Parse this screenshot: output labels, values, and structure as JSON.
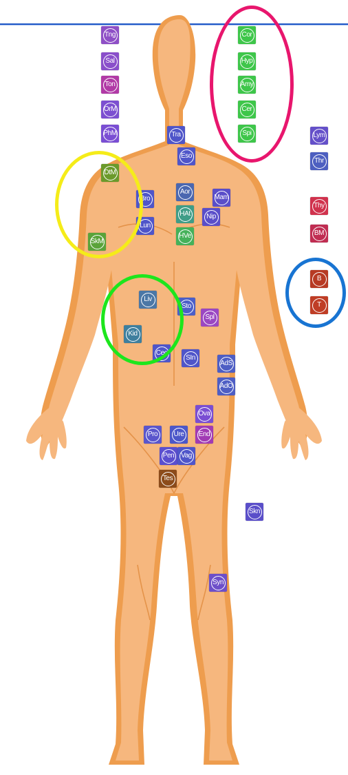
{
  "colors": {
    "purple": "#8b4fc4",
    "magenta": "#b43ea8",
    "blue_violet": "#5a4ec9",
    "indigo": "#4c57c9",
    "green": "#3ec64a",
    "olive": "#6b9a2b",
    "teal": "#2f8a9b",
    "slate": "#4d6fa8",
    "red": "#d0324d",
    "brick": "#b34027",
    "brown": "#8c4b1a",
    "skin": "#f6b77e",
    "skin_shadow": "#ee9d4e",
    "annotation_pink": "#e8166d",
    "annotation_yellow": "#f5ec19",
    "annotation_green": "#1de61d",
    "annotation_blue": "#1874d2"
  },
  "tissues": [
    {
      "label": "Tng",
      "color": "#8e4fc6"
    },
    {
      "label": "Sal",
      "color": "#8a4fca"
    },
    {
      "label": "Ton",
      "color": "#b13aa6"
    },
    {
      "label": "OrM",
      "color": "#7c4fd0"
    },
    {
      "label": "PhM",
      "color": "#7a4ed3"
    },
    {
      "label": "DtM",
      "color": "#6b9a2b"
    },
    {
      "label": "SkM",
      "color": "#5aa33a"
    },
    {
      "label": "Cor",
      "color": "#3ec64a"
    },
    {
      "label": "Hyp",
      "color": "#3ec64a"
    },
    {
      "label": "Amy",
      "color": "#3ec64a"
    },
    {
      "label": "Cer",
      "color": "#3ec64a"
    },
    {
      "label": "Spi",
      "color": "#3ec64a"
    },
    {
      "label": "Tra",
      "color": "#4f55c9"
    },
    {
      "label": "Eso",
      "color": "#4f55c9"
    },
    {
      "label": "Bro",
      "color": "#4f55c9"
    },
    {
      "label": "Lun",
      "color": "#4f55c9"
    },
    {
      "label": "Aor",
      "color": "#4a67b0"
    },
    {
      "label": "HAt",
      "color": "#3f9d87"
    },
    {
      "label": "HVe",
      "color": "#45b15a"
    },
    {
      "label": "Mam",
      "color": "#5a4ec9"
    },
    {
      "label": "Nip",
      "color": "#5a4ec9"
    },
    {
      "label": "Lym",
      "color": "#6450c9"
    },
    {
      "label": "Thr",
      "color": "#4d5fc0"
    },
    {
      "label": "Thy",
      "color": "#d0324d"
    },
    {
      "label": "BM",
      "color": "#c02d52"
    },
    {
      "label": "B",
      "color": "#b73a24"
    },
    {
      "label": "T",
      "color": "#bf3d25"
    },
    {
      "label": "Liv",
      "color": "#4b77a6"
    },
    {
      "label": "Sto",
      "color": "#4c5fc7"
    },
    {
      "label": "Spl",
      "color": "#9a47c2"
    },
    {
      "label": "Kid",
      "color": "#3e7f9e"
    },
    {
      "label": "Cec",
      "color": "#4f55c9"
    },
    {
      "label": "SIn",
      "color": "#4f55c9"
    },
    {
      "label": "AdS",
      "color": "#4e5ec4"
    },
    {
      "label": "AdO",
      "color": "#4e5ec4"
    },
    {
      "label": "Ova",
      "color": "#7a4ed3"
    },
    {
      "label": "Pro",
      "color": "#5a56cc"
    },
    {
      "label": "Ure",
      "color": "#4c57c9"
    },
    {
      "label": "End",
      "color": "#a13bb4"
    },
    {
      "label": "Pen",
      "color": "#5b4fcf"
    },
    {
      "label": "Vag",
      "color": "#4f55c9"
    },
    {
      "label": "Tes",
      "color": "#8c4b1a"
    },
    {
      "label": "Skn",
      "color": "#5a4ec9"
    },
    {
      "label": "Syn",
      "color": "#6d4fc9"
    }
  ]
}
